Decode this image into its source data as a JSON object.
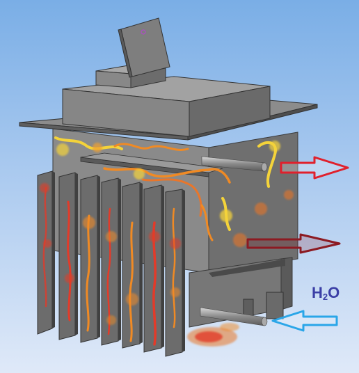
{
  "label": {
    "water_main": "H",
    "water_sub": "2",
    "water_end": "O"
  },
  "colors": {
    "steel_light": "#9a9a9a",
    "steel_mid": "#7d7d7d",
    "steel_dark": "#555555",
    "fire_red": "#e23b2a",
    "fire_orange": "#f08a24",
    "fire_yellow": "#f4d33a",
    "arrow_outlet_hot": "#e0202c",
    "arrow_outlet_dark": "#8c1a22",
    "arrow_inlet": "#2aa6e8",
    "label_color": "#3b3fa6"
  },
  "icons": {
    "outlet_top": "arrow-right-outline-icon",
    "outlet_middle": "arrow-right-outline-icon",
    "inlet": "arrow-left-outline-icon"
  }
}
